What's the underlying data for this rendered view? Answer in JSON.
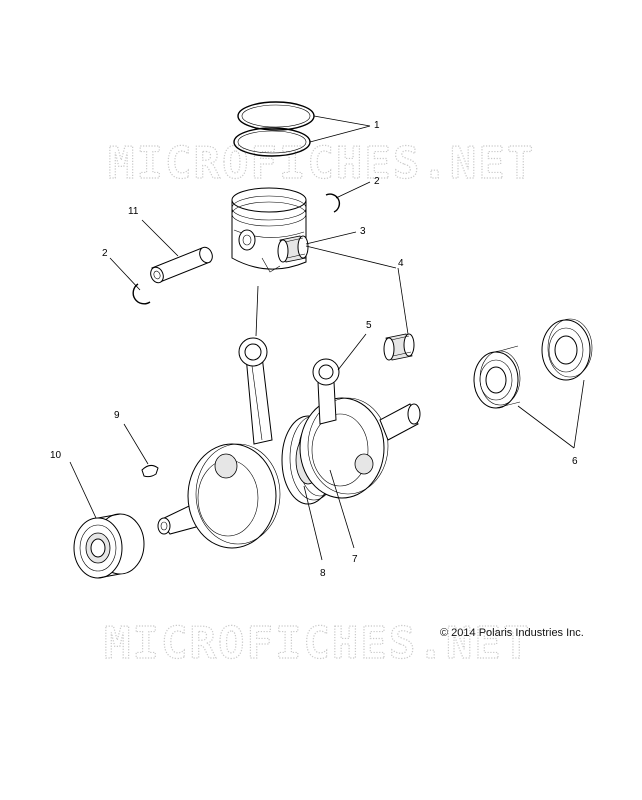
{
  "watermark": "MICROFICHES.NET",
  "copyright": "© 2014 Polaris Industries Inc.",
  "callouts": {
    "c1": "1",
    "c2a": "2",
    "c2b": "2",
    "c3": "3",
    "c4": "4",
    "c5": "5",
    "c6": "6",
    "c7": "7",
    "c8": "8",
    "c9": "9",
    "c10": "10",
    "c11": "11"
  }
}
